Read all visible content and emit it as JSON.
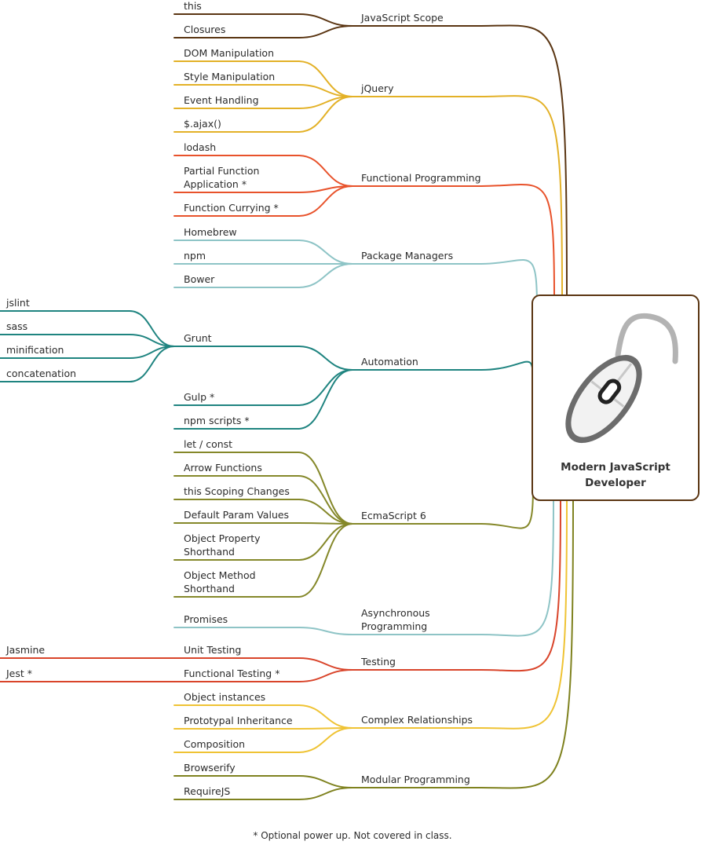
{
  "center": {
    "title_line1": "Modern JavaScript",
    "title_line2": "Developer",
    "icon": "computer-mouse-icon"
  },
  "branches": [
    {
      "id": "javascript-scope",
      "label": [
        "JavaScript Scope"
      ],
      "color": "#5a3512",
      "children": [
        {
          "label": [
            "this"
          ]
        },
        {
          "label": [
            "Closures"
          ]
        }
      ]
    },
    {
      "id": "jquery",
      "label": [
        "jQuery"
      ],
      "color": "#e3b127",
      "children": [
        {
          "label": [
            "DOM Manipulation"
          ]
        },
        {
          "label": [
            "Style Manipulation"
          ]
        },
        {
          "label": [
            "Event Handling"
          ]
        },
        {
          "label": [
            "$.ajax()"
          ]
        }
      ]
    },
    {
      "id": "functional-programming",
      "label": [
        "Functional Programming"
      ],
      "color": "#e8522b",
      "children": [
        {
          "label": [
            "lodash"
          ]
        },
        {
          "label": [
            "Partial Function",
            "Application *"
          ]
        },
        {
          "label": [
            "Function Currying *"
          ]
        }
      ]
    },
    {
      "id": "package-managers",
      "label": [
        "Package Managers"
      ],
      "color": "#8ec4c6",
      "children": [
        {
          "label": [
            "Homebrew"
          ]
        },
        {
          "label": [
            "npm"
          ]
        },
        {
          "label": [
            "Bower"
          ]
        }
      ]
    },
    {
      "id": "automation",
      "label": [
        "Automation"
      ],
      "color": "#1f8480",
      "children": [
        {
          "label": [
            "Grunt"
          ],
          "children": [
            {
              "label": [
                "jslint"
              ]
            },
            {
              "label": [
                "sass"
              ]
            },
            {
              "label": [
                "minification"
              ]
            },
            {
              "label": [
                "concatenation"
              ]
            }
          ]
        },
        {
          "label": [
            "Gulp *"
          ]
        },
        {
          "label": [
            "npm scripts *"
          ]
        }
      ]
    },
    {
      "id": "ecmascript-6",
      "label": [
        "EcmaScript 6"
      ],
      "color": "#85882a",
      "children": [
        {
          "label": [
            "let / const"
          ]
        },
        {
          "label": [
            "Arrow Functions"
          ]
        },
        {
          "label": [
            "this Scoping Changes"
          ]
        },
        {
          "label": [
            "Default Param Values"
          ]
        },
        {
          "label": [
            "Object Property",
            "Shorthand"
          ]
        },
        {
          "label": [
            "Object Method",
            "Shorthand"
          ]
        }
      ]
    },
    {
      "id": "asynchronous-programming",
      "label": [
        "Asynchronous",
        "Programming"
      ],
      "color": "#8ec4c6",
      "children": [
        {
          "label": [
            "Promises"
          ]
        }
      ]
    },
    {
      "id": "testing",
      "label": [
        "Testing"
      ],
      "color": "#d9442a",
      "children": [
        {
          "label": [
            "Unit Testing"
          ],
          "children": [
            {
              "label": [
                "Jasmine"
              ]
            }
          ]
        },
        {
          "label": [
            "Functional Testing *"
          ],
          "children": [
            {
              "label": [
                "Jest *"
              ]
            }
          ]
        }
      ]
    },
    {
      "id": "complex-relationships",
      "label": [
        "Complex Relationships"
      ],
      "color": "#efc334",
      "children": [
        {
          "label": [
            "Object instances"
          ]
        },
        {
          "label": [
            "Prototypal Inheritance"
          ]
        },
        {
          "label": [
            "Composition"
          ]
        }
      ]
    },
    {
      "id": "modular-programming",
      "label": [
        "Modular Programming"
      ],
      "color": "#7f821f",
      "children": [
        {
          "label": [
            "Browserify"
          ]
        },
        {
          "label": [
            "RequireJS"
          ]
        }
      ]
    }
  ],
  "footnote": "* Optional power up. Not covered in class."
}
